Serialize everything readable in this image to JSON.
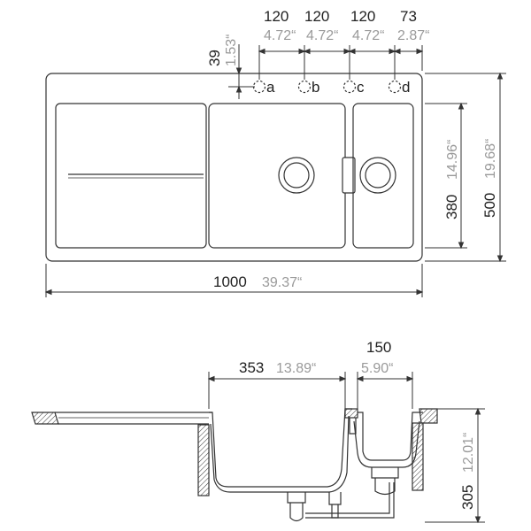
{
  "top_view": {
    "holes": {
      "a": "a",
      "b": "b",
      "c": "c",
      "d": "d"
    },
    "dims": {
      "spacing": [
        {
          "mm": "120",
          "inch": "4.72“"
        },
        {
          "mm": "120",
          "inch": "4.72“"
        },
        {
          "mm": "120",
          "inch": "4.72“"
        },
        {
          "mm": "73",
          "inch": "2.87“"
        }
      ],
      "offset": {
        "mm": "39",
        "inch": "1.53“"
      },
      "bowl_depth": {
        "mm": "380",
        "inch": "14.96“"
      },
      "total_depth": {
        "mm": "500",
        "inch": "19.68“"
      },
      "total_width": {
        "mm": "1000",
        "inch": "39.37“"
      }
    }
  },
  "section_view": {
    "dims": {
      "main_bowl": {
        "mm": "353",
        "inch": "13.89“"
      },
      "small_bowl": {
        "mm": "150",
        "inch": "5.90“"
      },
      "height": {
        "mm": "305",
        "inch": "12.01“"
      }
    }
  }
}
